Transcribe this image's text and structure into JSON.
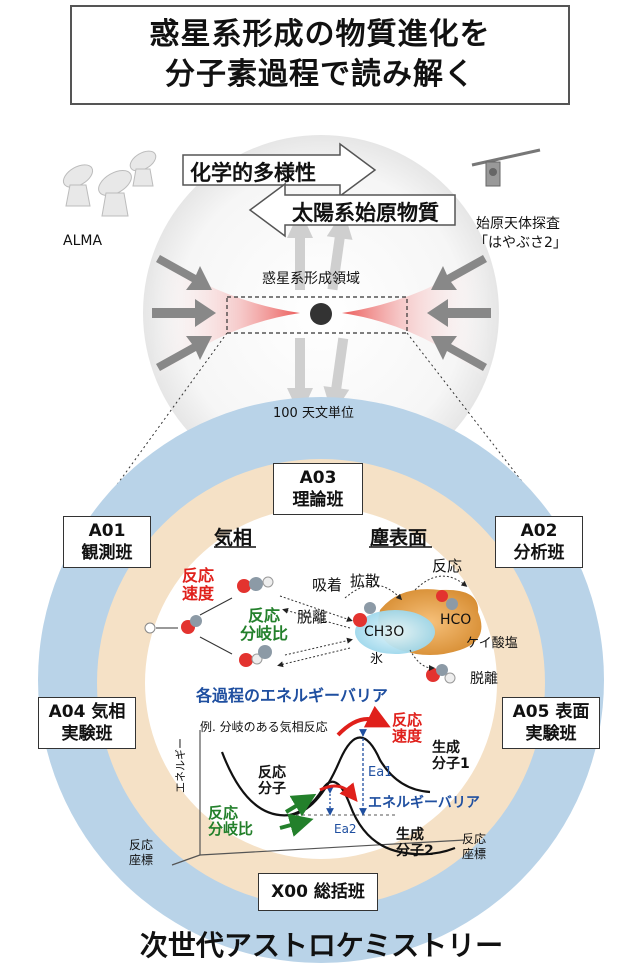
{
  "title": {
    "line1": "惑星系形成の物質進化を",
    "line2": "分子素過程で読み解く"
  },
  "top": {
    "alma_label": "ALMA",
    "chem_diversity": "化学的多様性",
    "solar_primordial": "太陽系始原物質",
    "probe_line1": "始原天体探査",
    "probe_line2": "「はやぶさ2」",
    "region_label": "惑星系形成領域",
    "scale_label": "100 天文単位"
  },
  "groups": {
    "a03": {
      "code": "A03",
      "name": "理論班"
    },
    "a01": {
      "code": "A01",
      "name": "観測班"
    },
    "a02": {
      "code": "A02",
      "name": "分析班"
    },
    "a04": {
      "line1": "A04 気相",
      "line2": "実験班"
    },
    "a05": {
      "line1": "A05 表面",
      "line2": "実験班"
    },
    "x00": {
      "label": "X00 総括班"
    }
  },
  "processes": {
    "gas_phase": "気相",
    "dust_surface": "塵表面",
    "reaction_rate_1": "反応",
    "reaction_rate_2": "速度",
    "branching_1": "反応",
    "branching_2": "分岐比",
    "adsorption": "吸着",
    "desorption": "脱離",
    "diffusion": "拡散",
    "reaction": "反応",
    "hco": "HCO",
    "ch3o": "CH3O",
    "silicate": "ケイ酸塩",
    "ice": "氷",
    "desorption2": "脱離",
    "barrier_title": "各過程のエネルギーバリア"
  },
  "energy": {
    "example": "例. 分岐のある気相反応",
    "rate_1": "反応",
    "rate_2": "速度",
    "product1_1": "生成",
    "product1_2": "分子1",
    "reactant_1": "反応",
    "reactant_2": "分子",
    "ea1": "Ea1",
    "barrier": "エネルギーバリア",
    "branch_1": "反応",
    "branch_2": "分岐比",
    "ea2": "Ea2",
    "product2_1": "生成",
    "product2_2": "分子2",
    "y_axis": "エネルギー",
    "x_axis_left_1": "反応",
    "x_axis_left_2": "座標",
    "x_axis_right_1": "反応",
    "x_axis_right_2": "座標"
  },
  "footer": "次世代アストロケミストリー",
  "colors": {
    "outer_ring": "#b9d3e8",
    "middle_ring": "#f5e1c6",
    "red": "#e0201b",
    "green": "#23802b",
    "blue": "#1f4fa0"
  }
}
